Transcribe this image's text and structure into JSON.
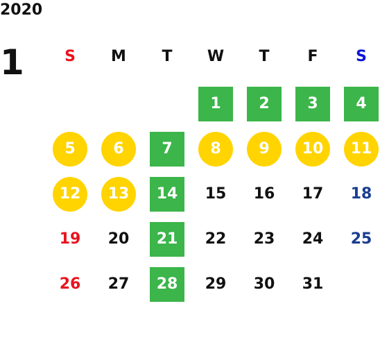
{
  "calendar": {
    "year": "2020",
    "month": "1",
    "weekdays": [
      {
        "label": "S",
        "color": "#e8141e"
      },
      {
        "label": "M",
        "color": "#111111"
      },
      {
        "label": "T",
        "color": "#111111"
      },
      {
        "label": "W",
        "color": "#111111"
      },
      {
        "label": "T",
        "color": "#111111"
      },
      {
        "label": "F",
        "color": "#111111"
      },
      {
        "label": "S",
        "color": "#0a14d8"
      }
    ],
    "colors": {
      "green": "#3cb54a",
      "yellow": "#ffd400",
      "sunday_text": "#e8141e",
      "saturday_text": "#1a3d8f",
      "default_text": "#111111",
      "highlight_text": "#ffffff"
    },
    "weeks": [
      [
        null,
        null,
        null,
        {
          "day": "1",
          "mark": "green"
        },
        {
          "day": "2",
          "mark": "green"
        },
        {
          "day": "3",
          "mark": "green"
        },
        {
          "day": "4",
          "mark": "green"
        }
      ],
      [
        {
          "day": "5",
          "mark": "yellow"
        },
        {
          "day": "6",
          "mark": "yellow"
        },
        {
          "day": "7",
          "mark": "green"
        },
        {
          "day": "8",
          "mark": "yellow"
        },
        {
          "day": "9",
          "mark": "yellow"
        },
        {
          "day": "10",
          "mark": "yellow"
        },
        {
          "day": "11",
          "mark": "yellow"
        }
      ],
      [
        {
          "day": "12",
          "mark": "yellow"
        },
        {
          "day": "13",
          "mark": "yellow"
        },
        {
          "day": "14",
          "mark": "green"
        },
        {
          "day": "15",
          "mark": "none"
        },
        {
          "day": "16",
          "mark": "none"
        },
        {
          "day": "17",
          "mark": "none"
        },
        {
          "day": "18",
          "mark": "none"
        }
      ],
      [
        {
          "day": "19",
          "mark": "none"
        },
        {
          "day": "20",
          "mark": "none"
        },
        {
          "day": "21",
          "mark": "green"
        },
        {
          "day": "22",
          "mark": "none"
        },
        {
          "day": "23",
          "mark": "none"
        },
        {
          "day": "24",
          "mark": "none"
        },
        {
          "day": "25",
          "mark": "none"
        }
      ],
      [
        {
          "day": "26",
          "mark": "none"
        },
        {
          "day": "27",
          "mark": "none"
        },
        {
          "day": "28",
          "mark": "green"
        },
        {
          "day": "29",
          "mark": "none"
        },
        {
          "day": "30",
          "mark": "none"
        },
        {
          "day": "31",
          "mark": "none"
        },
        null
      ]
    ]
  }
}
